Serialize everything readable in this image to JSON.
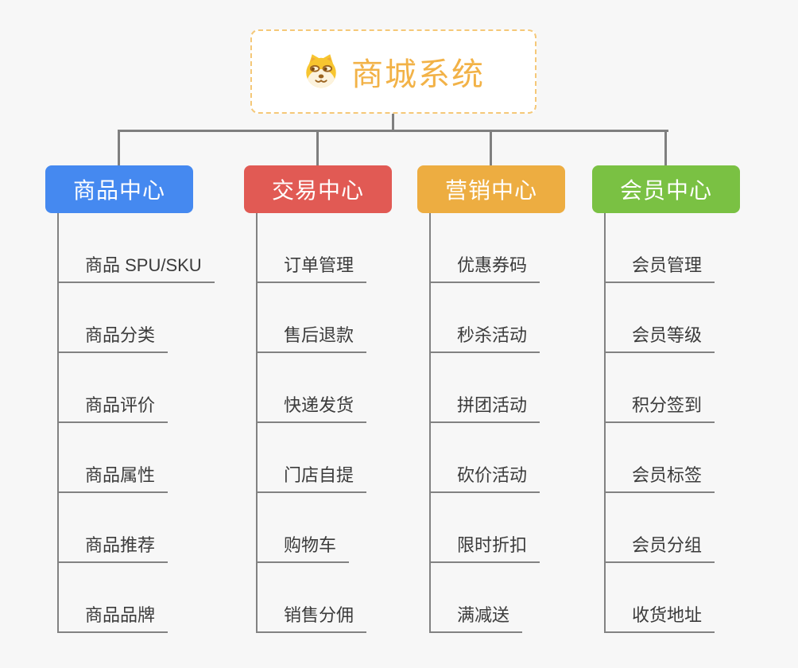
{
  "colors": {
    "background": "#F7F7F7",
    "connector": "#7F7F7F",
    "divider": "#828282",
    "root_border": "#F5C878",
    "root_text": "#F2B247",
    "child_text": "#3B3B3B"
  },
  "root": {
    "title": "商城系统",
    "icon": "dog-face-icon"
  },
  "branches": [
    {
      "label": "商品中心",
      "color": "#4589F0",
      "children": [
        "商品 SPU/SKU",
        "商品分类",
        "商品评价",
        "商品属性",
        "商品推荐",
        "商品品牌"
      ]
    },
    {
      "label": "交易中心",
      "color": "#E15A54",
      "children": [
        "订单管理",
        "售后退款",
        "快递发货",
        "门店自提",
        "购物车",
        "销售分佣"
      ]
    },
    {
      "label": "营销中心",
      "color": "#EDAD41",
      "children": [
        "优惠券码",
        "秒杀活动",
        "拼团活动",
        "砍价活动",
        "限时折扣",
        "满减送"
      ]
    },
    {
      "label": "会员中心",
      "color": "#7AC143",
      "children": [
        "会员管理",
        "会员等级",
        "积分签到",
        "会员标签",
        "会员分组",
        "收货地址"
      ]
    }
  ]
}
